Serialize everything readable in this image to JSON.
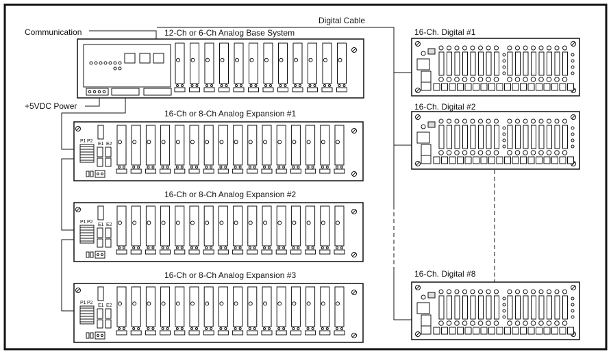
{
  "labels": {
    "communication": "Communication",
    "power": "+5VDC Power",
    "digital_cable": "Digital Cable"
  },
  "analog_boards": [
    {
      "title": "12-Ch or 6-Ch Analog Base System",
      "kind": "base",
      "slots": 12
    },
    {
      "title": "16-Ch or 8-Ch Analog Expansion #1",
      "kind": "expansion",
      "slots": 16
    },
    {
      "title": "16-Ch or 8-Ch Analog Expansion #2",
      "kind": "expansion",
      "slots": 16
    },
    {
      "title": "16-Ch or 8-Ch Analog Expansion #3",
      "kind": "expansion",
      "slots": 16
    }
  ],
  "digital_boards": [
    {
      "title": "16-Ch. Digital #1",
      "channels": 16
    },
    {
      "title": "16-Ch. Digital #2",
      "channels": 16
    },
    {
      "title": "16-Ch. Digital #8",
      "channels": 16
    }
  ],
  "connector_labels": {
    "p1": "P1",
    "p2": "P2",
    "e1": "E1",
    "e2": "E2"
  },
  "colors": {
    "line": "#111111",
    "panel": "#ffffff",
    "shade": "#dddddd"
  }
}
